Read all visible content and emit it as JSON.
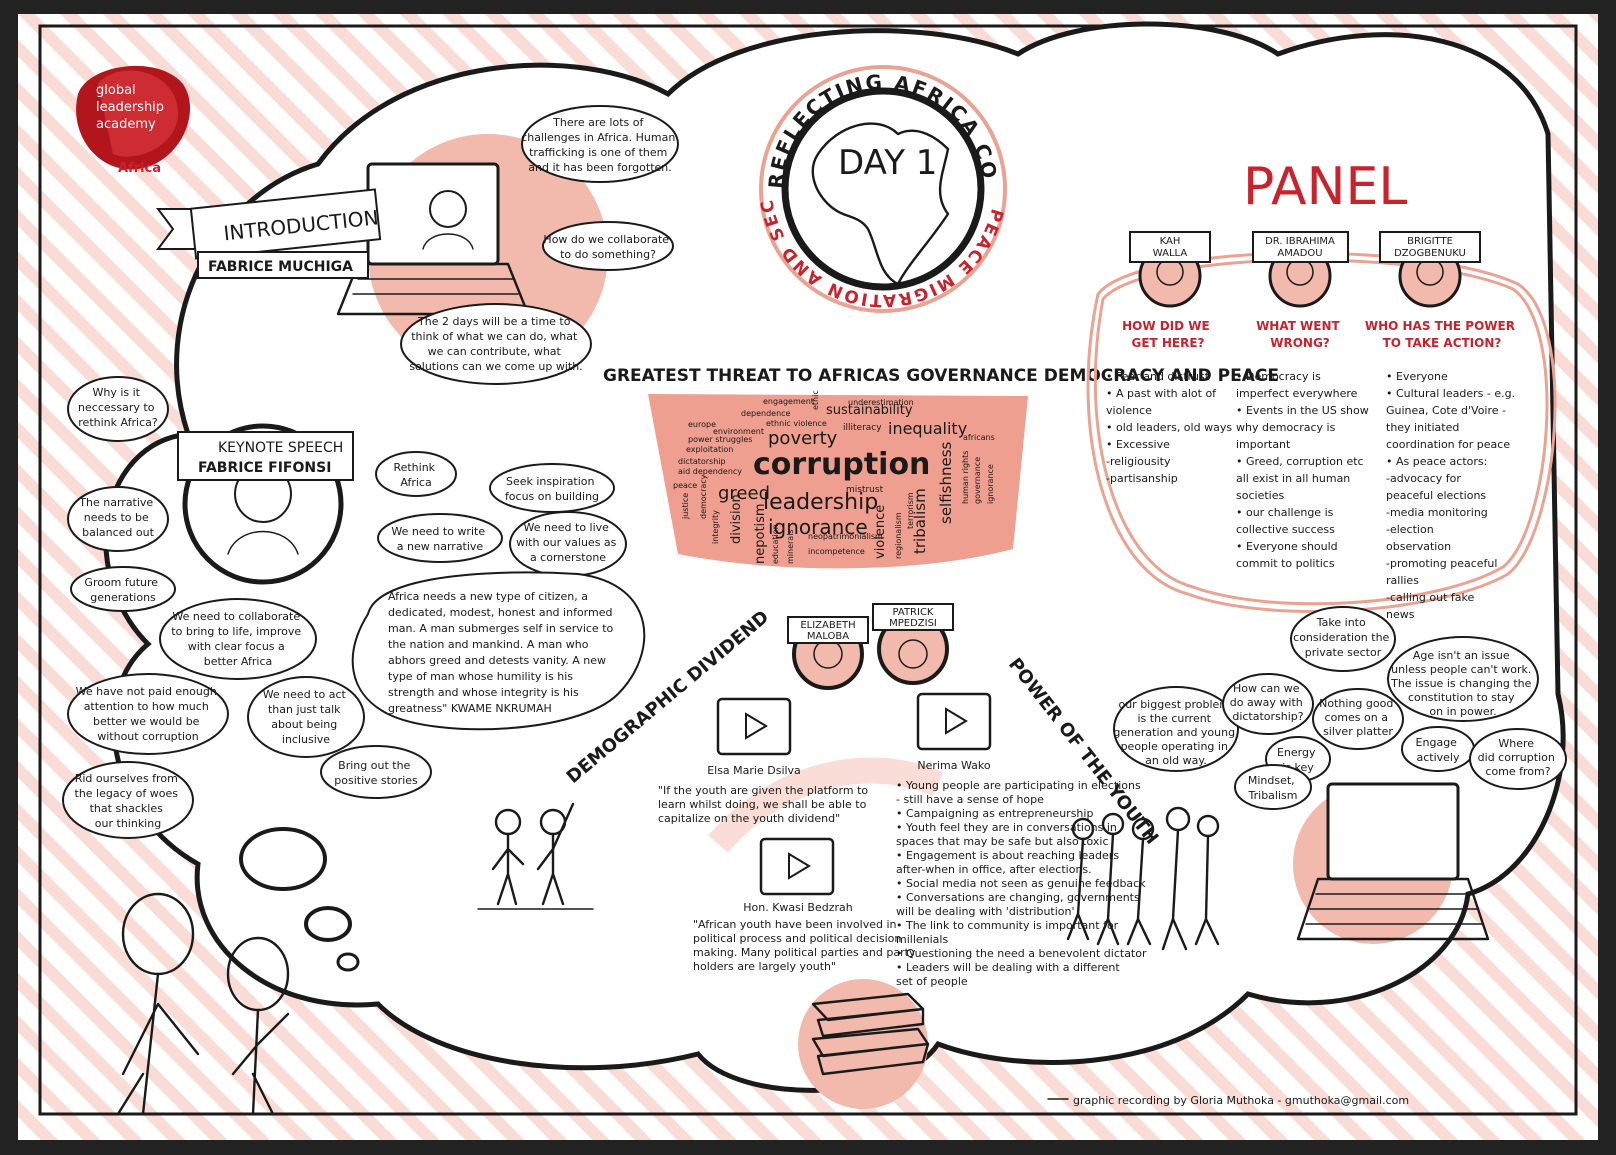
{
  "logo": {
    "line1": "global",
    "line2": "leadership",
    "line3": "academy",
    "region": "Africa"
  },
  "header": {
    "arc_top": "REFLECTING AFRICA CONVENING",
    "arc_bottom": "PEACE MIGRATION AND SECURITY",
    "day": "DAY 1"
  },
  "introduction": {
    "banner": "INTRODUCTION",
    "name": "FABRICE MUCHIGA",
    "bubbles": [
      [
        "There are lots of",
        "challenges in Africa. Human",
        "trafficking is one of them",
        "and it has been forgotten."
      ],
      [
        "How do we collaborate",
        "to do something?"
      ],
      [
        "The 2 days will be a time to",
        "think of what we can do, what",
        "we can contribute, what",
        "solutions can we come up with."
      ]
    ]
  },
  "keynote": {
    "banner": "KEYNOTE SPEECH",
    "name": "FABRICE FIFONSI",
    "bubbles": {
      "why": [
        "Why is it",
        "neccessary to",
        "rethink Africa?"
      ],
      "narrative": [
        "The narrative",
        "needs to be",
        "balanced out"
      ],
      "groom": [
        "Groom future",
        "generations"
      ],
      "rethink": [
        "Rethink",
        "Africa"
      ],
      "seek": [
        "Seek inspiration",
        "focus on building"
      ],
      "write": [
        "We need to write",
        "a new narrative"
      ],
      "live": [
        "We need to live",
        "with our values as",
        "a cornerstone"
      ],
      "collaborate": [
        "We need to collaborate",
        "to bring to life, improve",
        "with clear focus a",
        "better Africa"
      ],
      "attention": [
        "We have not paid enough",
        "attention to how much",
        "better we would be",
        "without corruption"
      ],
      "act": [
        "We need to act",
        "than just talk",
        "about being",
        "inclusive"
      ],
      "rid": [
        "Rid ourselves from",
        "the legacy of woes",
        "that shackles",
        "our thinking"
      ],
      "stories": [
        "Bring out the",
        "positive stories"
      ],
      "quote": [
        "Africa needs a new type of citizen, a",
        "dedicated, modest, honest and informed",
        "man. A man submerges self in service to",
        "the nation and mankind. A man who",
        "abhors greed and detests vanity. A new",
        "type of man whose humility is his",
        "strength and whose integrity is his",
        "greatness\" KWAME NKRUMAH"
      ]
    }
  },
  "threat": {
    "title": "GREATEST THREAT TO AFRICAS GOVERNANCE DEMOCRACY AND PEACE",
    "words": {
      "corruption": "corruption",
      "leadership": "leadership",
      "ignorance": "ignorance",
      "poverty": "poverty",
      "greed": "greed",
      "inequality": "inequality",
      "sustainability": "sustainability",
      "selfishness": "selfishness",
      "tribalism": "tribalism",
      "nepotism": "nepotism",
      "division": "division",
      "violence": "violence",
      "illiteracy": "illiteracy",
      "incompetence": "incompetence",
      "neopatrimonialism": "neopatrimonialism",
      "mistrust": "mistrust",
      "engagement": "engagement",
      "dependence": "dependence",
      "ethnic_violence": "ethnic violence",
      "environment": "environment",
      "power_struggles": "power struggles",
      "exploitation": "exploitation",
      "dictatorship": "dictatorship",
      "aid_dependency": "aid dependency",
      "peace": "peace",
      "europe": "europe",
      "underestimation": "underestimation",
      "ethic": "ethic",
      "africans": "africans",
      "justice": "justice",
      "integrity": "integrity",
      "regionalism": "regionalism",
      "terrorism": "terrorism",
      "education": "education",
      "minerals": "minerals",
      "democracy": "democracy",
      "human_rights": "human rights",
      "governance": "governance",
      "ignorance_small": "ignorance"
    }
  },
  "panel": {
    "title": "PANEL",
    "speakers": [
      {
        "name1": "KAH",
        "name2": "WALLA",
        "question": [
          "HOW DID WE",
          "GET HERE?"
        ]
      },
      {
        "name1": "DR. IBRAHIMA",
        "name2": "AMADOU",
        "question": [
          "WHAT WENT",
          "WRONG?"
        ]
      },
      {
        "name1": "BRIGITTE",
        "name2": "DZOGBENUKU",
        "question": [
          "WHO HAS THE POWER",
          "TO TAKE ACTION?"
        ]
      }
    ],
    "col1": [
      "• Fear and distrust",
      "• A past with alot of",
      "   violence",
      "• old leaders, old ways",
      "• Excessive",
      "   -religiousity",
      "   -partisanship"
    ],
    "col2": [
      "• Democracy is",
      "   imperfect everywhere",
      "• Events in the US show",
      "   why democracy is",
      "   important",
      "• Greed, corruption etc",
      "   all exist in all human",
      "   societies",
      "• our challenge is",
      "   collective success",
      "• Everyone should",
      "   commit to politics"
    ],
    "col3": [
      "• Everyone",
      "• Cultural leaders - e.g.",
      "   Guinea, Cote d'Voire -",
      "   they initiated",
      "   coordination for peace",
      "• As peace actors:",
      "   -advocacy for",
      "   peaceful elections",
      "   -media monitoring",
      "   -election",
      "   observation",
      "   -promoting peaceful",
      "   rallies",
      "   -calling out fake",
      "   news"
    ]
  },
  "youth": {
    "speakers": [
      {
        "name1": "ELIZABETH",
        "name2": "MALOBA"
      },
      {
        "name1": "PATRICK",
        "name2": "MPEDZISI"
      }
    ],
    "demographic_title": "DEMOGRAPHIC DIVIDEND",
    "power_title": "POWER OF THE YOUTH",
    "video1_name": "Elsa Marie Dsilva",
    "video1_quote": [
      "\"If the youth are given the platform to",
      "learn whilst doing, we shall be able to",
      "capitalize on the youth dividend\""
    ],
    "video2_name": "Nerima Wako",
    "video2_points": [
      "• Young people are participating in elections",
      "   - still have a sense of hope",
      "• Campaigning as entrepreneurship",
      "• Youth feel they are in conversations in",
      "   spaces that may be safe but also toxic",
      "• Engagement is about reaching leaders",
      "   after-when in office, after elections.",
      "• Social media not seen as genuine feedback",
      "• Conversations are changing, governments",
      "   will be dealing with 'distribution'",
      "• The link to community is important for",
      "   millenials",
      "• Questioning the need a benevolent dictator",
      "• Leaders will be dealing with a different",
      "   set of people"
    ],
    "video3_name": "Hon. Kwasi Bedzrah",
    "video3_quote": [
      "\"African youth have been involved in",
      "political process and political decision",
      "making. Many political parties and party",
      "holders are largely youth\""
    ]
  },
  "laptop_bubbles": {
    "private": [
      "Take into",
      "consideration the",
      "private sector"
    ],
    "age": [
      "Age isn't an issue",
      "unless people can't work.",
      "The issue is changing the",
      "constitution to stay",
      "on in power."
    ],
    "problem": [
      "our biggest problem",
      "is the current",
      "generation and young",
      "people operating in",
      "an old way."
    ],
    "dictatorship": [
      "How can we",
      "do away with",
      "dictatorship?"
    ],
    "silver": [
      "Nothing good",
      "comes on a",
      "silver platter"
    ],
    "engage": [
      "Engage",
      "actively"
    ],
    "where": [
      "Where",
      "did corruption",
      "come from?"
    ],
    "energy": [
      "Energy",
      "is key"
    ],
    "mindset": [
      "Mindset,",
      "Tribalism"
    ]
  },
  "credit": "graphic recording by Gloria Muthoka - gmuthoka@gmail.com"
}
